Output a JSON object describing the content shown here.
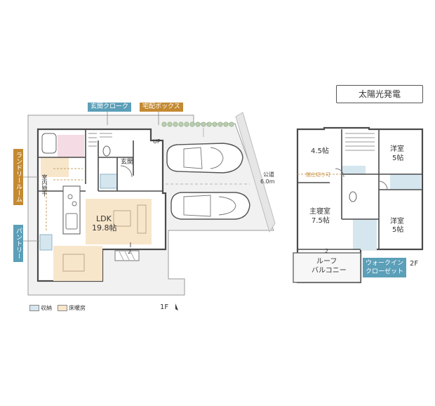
{
  "solar_label": "太陽光発電",
  "floor1": {
    "floor_label": "1F",
    "genkan_cloak": "玄関クローク",
    "delivery_box": "宅配ボックス",
    "laundry_room": "ランドリールーム",
    "pantry": "パントリー",
    "indoor_drying": "室内物干",
    "genkan": "玄関",
    "up": "UP",
    "ldk": "LDK",
    "ldk_size": "19.8帖",
    "public_road": "公道",
    "road_width": "6.0m",
    "stair_mark": "2"
  },
  "floor2": {
    "floor_label": "2F",
    "room_45_name": "4.5帖",
    "youshitsu_a_name": "洋室",
    "youshitsu_a_size": "5帖",
    "divider_note": "間仕切り可",
    "master_name": "主寝室",
    "master_size": "7.5帖",
    "youshitsu_b_name": "洋室",
    "youshitsu_b_size": "5帖",
    "balcony_line1": "ルーフ",
    "balcony_line2": "バルコニー",
    "walkin_line1": "ウォークイン",
    "walkin_line2": "クローゼット",
    "stair_mark": "2"
  },
  "legend": {
    "storage": "収納",
    "floor_heating": "床暖房"
  },
  "colors": {
    "storage_fill": "#d5e6ef",
    "floor_heating_fill": "#f8e6cb",
    "cloak_tag": "#5b9fb8",
    "delivery_tag": "#c48a32",
    "laundry_tag": "#c48a32",
    "pantry_tag": "#5b9fb8",
    "walkin_tag": "#5b9fb8",
    "wall": "#4a4a4a",
    "outside": "#efefef"
  }
}
